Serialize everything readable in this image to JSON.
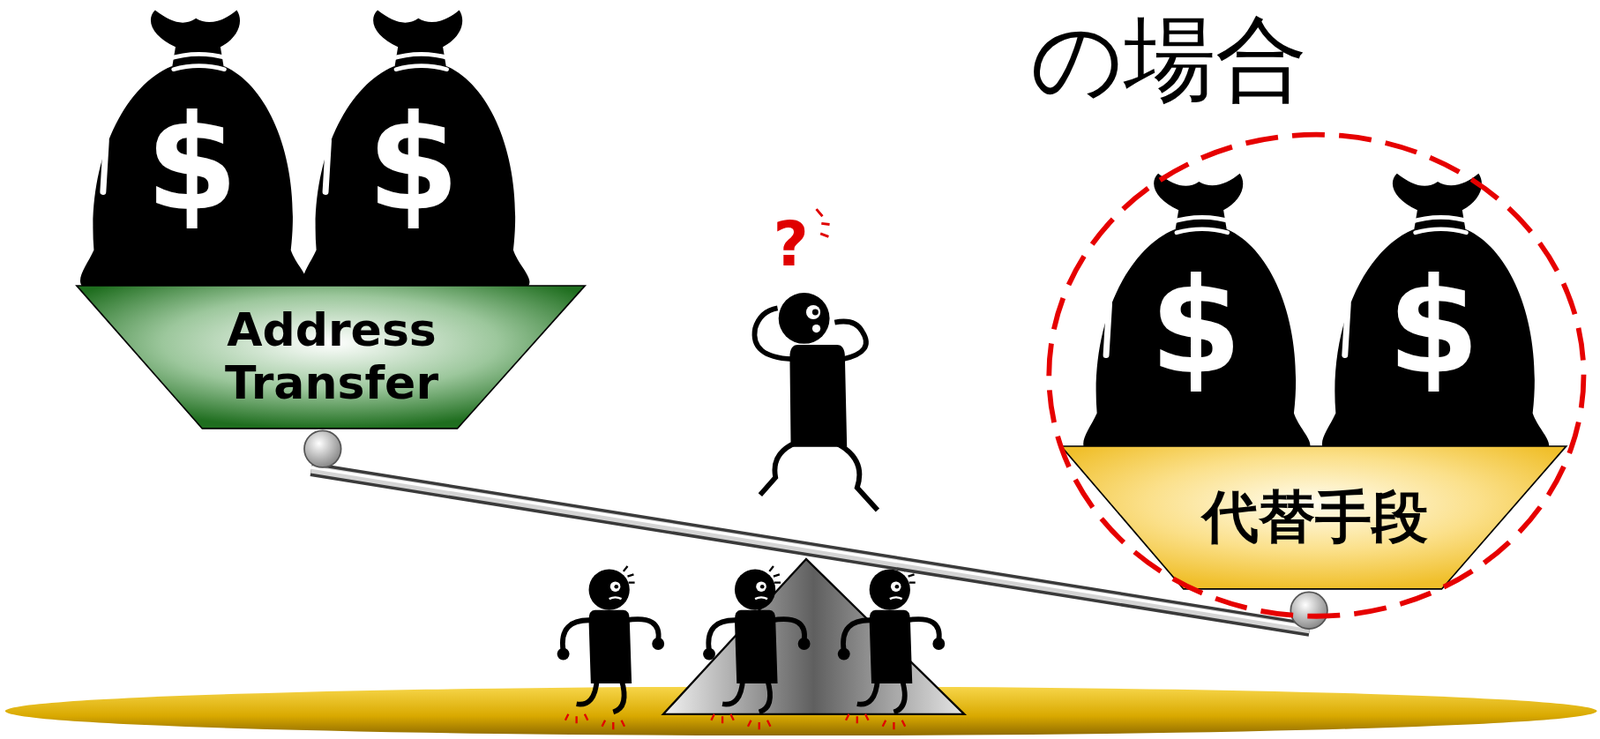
{
  "diagram": {
    "title": "の場合",
    "nodes": [
      {
        "text": [
          "Address Transfer"
        ]
      },
      {
        "text": [
          "代替手段"
        ]
      }
    ],
    "edges": [
      {
        "from": 0,
        "to": 1,
        "arrow": "none"
      }
    ],
    "labels": [
      "$",
      "$",
      "$",
      "$",
      "?"
    ]
  }
}
